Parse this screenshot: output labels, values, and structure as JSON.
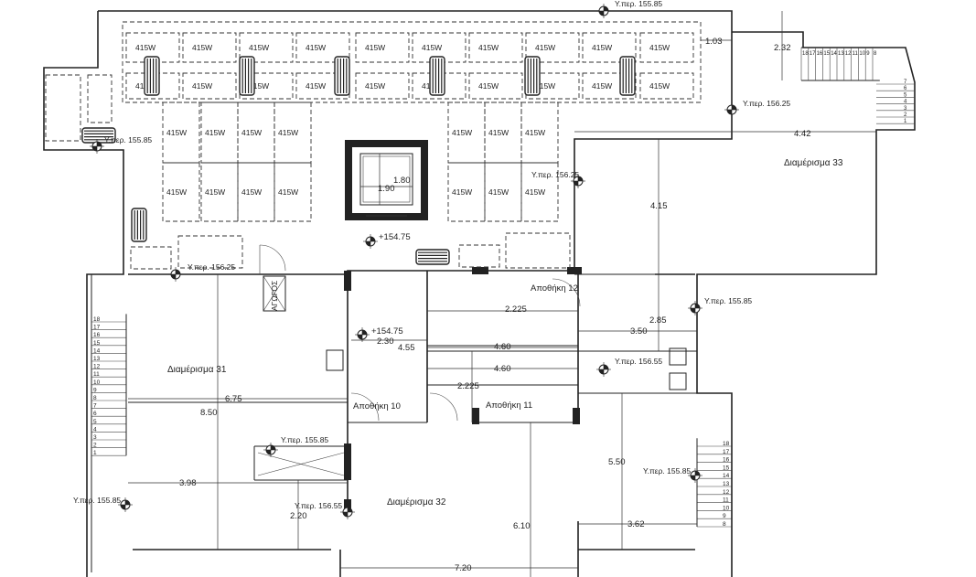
{
  "panel_rating": "415W",
  "rooms": {
    "apt31": "Διαμέρισμα 31",
    "apt32": "Διαμέρισμα 32",
    "apt33": "Διαμέρισμα 33",
    "store10": "Αποθήκη 10",
    "store11": "Αποθήκη 11",
    "store12": "Αποθήκη 12"
  },
  "levels": {
    "top": "Υ.περ. 155.85",
    "left_mid": "Υ.περ. 155.85",
    "near_lift_left": "Υ.περ. 156.25",
    "right_top": "Υ.περ. 156.25",
    "lift_right": "Υ.περ. 156.25",
    "right_mid": "Υ.περ. 155.85",
    "center_right": "Υ.περ. 156.55",
    "left_low": "Υ.περ. 155.85",
    "bottom_mid": "Υ.περ. 156.55",
    "bottom_left": "Υ.περ. 155.85",
    "right_low": "Υ.περ. 155.85",
    "spot1": "+154.75",
    "spot2": "+154.75"
  },
  "dims": {
    "d103": "1.03",
    "d232": "2.32",
    "d442": "4.42",
    "d415": "4.15",
    "d180": "1.80",
    "d190": "1.90",
    "d2225a": "2.225",
    "d285": "2.85",
    "d350": "3.50",
    "d230": "2.30",
    "d455": "4.55",
    "d460a": "4.60",
    "d460b": "4.60",
    "d675": "6.75",
    "d850": "8.50",
    "d2225b": "2.225",
    "d398": "3.98",
    "d220": "2.20",
    "d550": "5.50",
    "d610": "6.10",
    "d362": "3.62",
    "d720": "7.20"
  },
  "stairs": {
    "top_right": [
      "18",
      "17",
      "16",
      "15",
      "14",
      "13",
      "12",
      "11",
      "10",
      "9",
      "8"
    ],
    "right_side": [
      "7",
      "6",
      "5",
      "4",
      "3",
      "2",
      "1"
    ],
    "left": [
      "18",
      "17",
      "16",
      "15",
      "14",
      "13",
      "12",
      "11",
      "10",
      "9",
      "8",
      "7",
      "6",
      "5",
      "4",
      "3",
      "2",
      "1"
    ],
    "bottom_right": [
      "18",
      "17",
      "16",
      "15",
      "14",
      "13",
      "12",
      "11",
      "10",
      "9",
      "8"
    ]
  },
  "shaft_label": "ΑΓΩΓΟΣ"
}
